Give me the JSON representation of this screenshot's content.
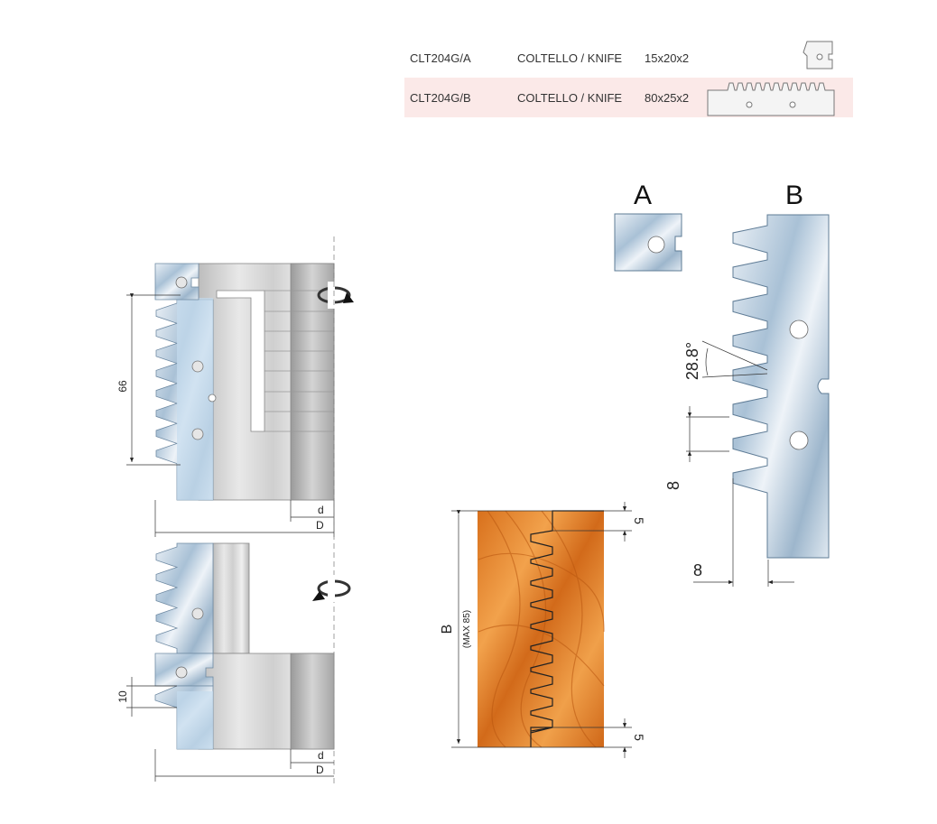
{
  "knives": [
    {
      "code": "CLT204G/A",
      "description": "COLTELLO / KNIFE",
      "size": "15x20x2",
      "thumb": "knife-a-thumb"
    },
    {
      "code": "CLT204G/B",
      "description": "COLTELLO / KNIFE",
      "size": "80x25x2",
      "thumb": "knife-b-thumb"
    }
  ],
  "labels": {
    "knife_a": "A",
    "knife_b": "B",
    "angle": "28.8°",
    "pitch": "8",
    "base_offset": "8",
    "height_66": "66",
    "height_10": "10",
    "d_small_top": "d",
    "d_large_top": "D",
    "d_small_bottom": "d",
    "d_large_bottom": "D",
    "work_b": "B",
    "work_max": "(MAX 85)",
    "margin_top": "5",
    "margin_bottom": "5"
  },
  "colors": {
    "steel_light": "#dfe7f0",
    "steel_mid": "#9fb9cf",
    "body_gray": "#c9c9c9",
    "wood_orange": "#e07a25",
    "wood_light": "#f3a14a",
    "row_highlight": "#fbe9e8"
  }
}
